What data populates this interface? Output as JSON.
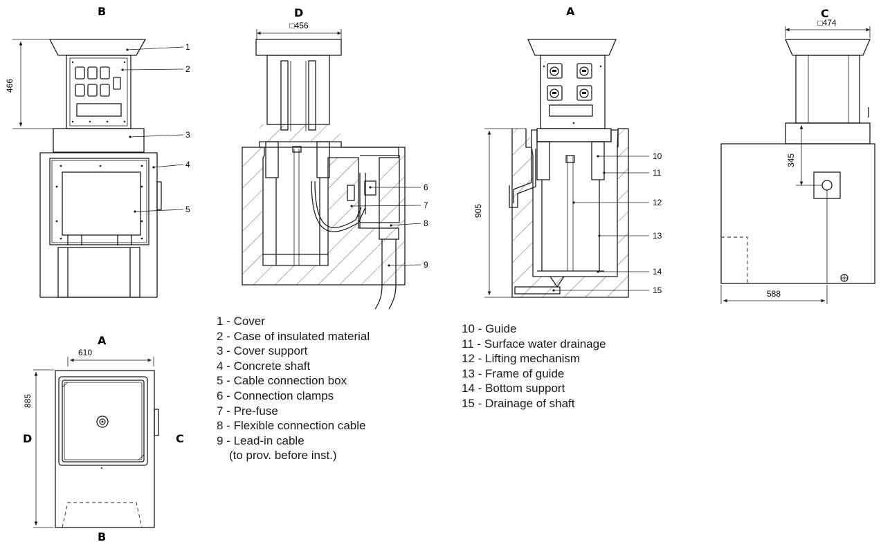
{
  "views": {
    "b_top": "B",
    "d_top": "D",
    "a_top": "A",
    "c_top": "C",
    "plan_a": "A",
    "plan_b": "B",
    "plan_c": "C",
    "plan_d": "D"
  },
  "dimensions": {
    "height_466": "466",
    "width_456": "□456",
    "width_474": "□474",
    "depth_905": "905",
    "height_345": "345",
    "width_588": "588",
    "plan_width_610": "610",
    "plan_height_885": "885"
  },
  "callout_numbers": [
    "1",
    "2",
    "3",
    "4",
    "5",
    "6",
    "7",
    "8",
    "9",
    "10",
    "11",
    "12",
    "13",
    "14",
    "15"
  ],
  "legend_left": [
    {
      "num": "1 -",
      "text": "Cover"
    },
    {
      "num": "2 -",
      "text": "Case of insulated material"
    },
    {
      "num": "3 -",
      "text": "Cover support"
    },
    {
      "num": "4 -",
      "text": "Concrete shaft"
    },
    {
      "num": "5 -",
      "text": "Cable connection box"
    },
    {
      "num": "6 -",
      "text": "Connection clamps"
    },
    {
      "num": "7 -",
      "text": "Pre-fuse"
    },
    {
      "num": "8 -",
      "text": "Flexible connection cable"
    },
    {
      "num": "9 -",
      "text": "Lead-in cable"
    }
  ],
  "legend_left_continuation": "(to prov. before inst.)",
  "legend_right": [
    {
      "num": "10 -",
      "text": "Guide"
    },
    {
      "num": "11 -",
      "text": "Surface water drainage"
    },
    {
      "num": "12 -",
      "text": "Lifting mechanism"
    },
    {
      "num": "13 -",
      "text": "Frame of guide"
    },
    {
      "num": "14 -",
      "text": "Bottom support"
    },
    {
      "num": "15 -",
      "text": "Drainage of shaft"
    }
  ]
}
